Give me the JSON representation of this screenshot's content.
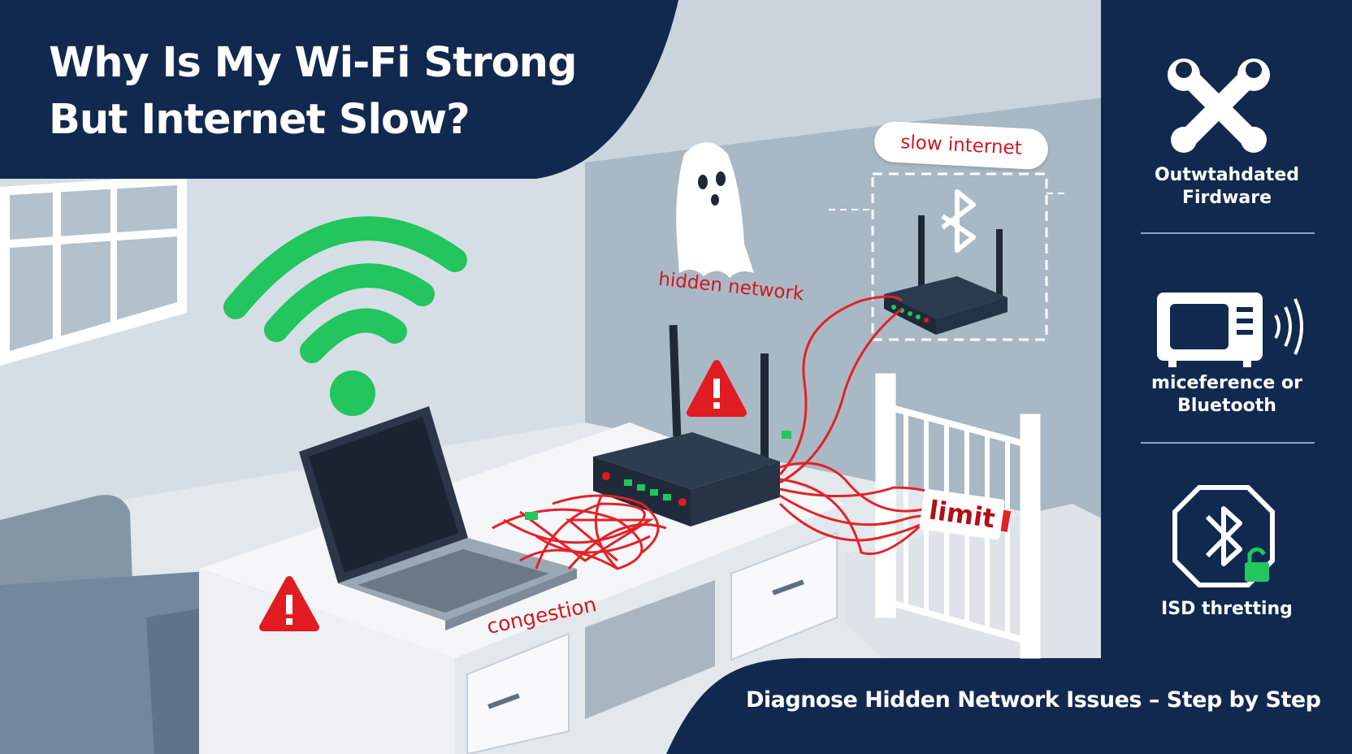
{
  "title": {
    "line1": "Why Is My Wi-Fi Strong",
    "line2": "But Internet Slow?"
  },
  "scene": {
    "labels": {
      "slow_internet": "slow internet",
      "hidden_network": "hidden network",
      "congestion": "congestion",
      "limit": "limit"
    },
    "icons": [
      "wifi-signal-icon",
      "ghost-icon",
      "bluetooth-icon",
      "warning-icon"
    ]
  },
  "side_panel": {
    "issues": [
      {
        "icon": "wrench-icon",
        "label_line1": "Outwtahdated",
        "label_line2": "Firdware"
      },
      {
        "icon": "microwave-icon",
        "label_line1": "miceference or",
        "label_line2": "Bluetooth"
      },
      {
        "icon": "bluetooth-lock-icon",
        "label_line1": "ISD thretting",
        "label_line2": ""
      }
    ]
  },
  "footer": {
    "text": "Diagnose Hidden Network Issues – Step by Step"
  },
  "colors": {
    "navy": "#11294e",
    "wifi_green": "#22c55e",
    "alert_red": "#e11b22",
    "cable_red": "#e32228",
    "wall": "#c8d3dc"
  }
}
